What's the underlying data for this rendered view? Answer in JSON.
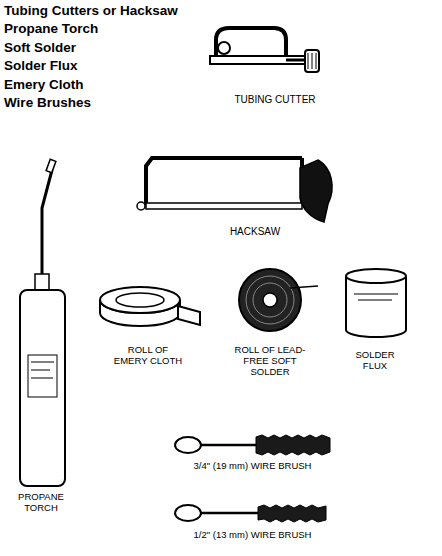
{
  "diagram": {
    "labels": [
      "Tubing Cutters or Hacksaw",
      "Propane Torch",
      "Soft Solder",
      "Solder Flux",
      "Emery Cloth",
      "Wire Brushes",
      "TUBING CUTTER",
      "HACKSAW",
      "ROLL OF EMERY CLOTH",
      "ROLL OF LEAD-FREE SOFT SOLDER",
      "SOLDER FLUX",
      "PROPANE TORCH",
      "3/4\" (19 mm) WIRE BRUSH",
      "1/2\" (13 mm) WIRE BRUSH"
    ]
  }
}
